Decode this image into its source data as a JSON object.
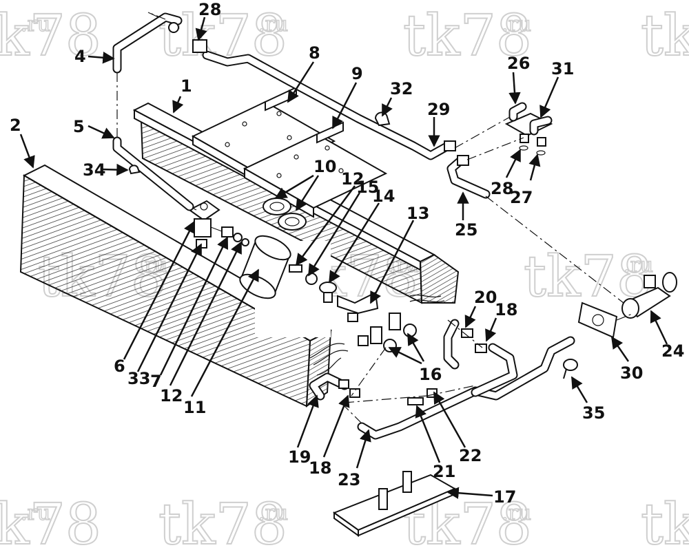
{
  "watermark": {
    "brand": "tk78",
    "suffix": ".ru"
  },
  "callouts": {
    "n1": "1",
    "n2": "2",
    "n4": "4",
    "n5": "5",
    "n6": "6",
    "n7": "7",
    "n8": "8",
    "n9": "9",
    "n10": "10",
    "n11": "11",
    "n12a": "12",
    "n12b": "12",
    "n13": "13",
    "n14": "14",
    "n15": "15",
    "n16": "16",
    "n17": "17",
    "n18a": "18",
    "n18b": "18",
    "n19": "19",
    "n20": "20",
    "n21": "21",
    "n22": "22",
    "n23": "23",
    "n24": "24",
    "n25": "25",
    "n26": "26",
    "n27": "27",
    "n28a": "28",
    "n28b": "28",
    "n29": "29",
    "n30": "30",
    "n31": "31",
    "n32": "32",
    "n33": "33",
    "n34": "34",
    "n35": "35"
  }
}
